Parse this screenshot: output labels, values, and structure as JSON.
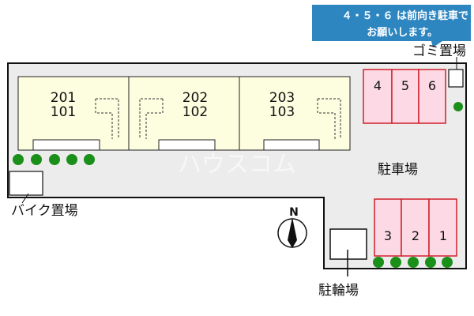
{
  "notice": {
    "line1": "４・５・６ は前向き駐車で",
    "line2": "お願いします。",
    "color": "#2e86c1"
  },
  "building": {
    "fill": "#fdfde0",
    "units": [
      {
        "upper": "201",
        "lower": "101"
      },
      {
        "upper": "202",
        "lower": "102"
      },
      {
        "upper": "203",
        "lower": "103"
      }
    ]
  },
  "parking": {
    "fill": "#fcd9e4",
    "border": "#d0202c",
    "top_row": [
      "4",
      "5",
      "6"
    ],
    "bottom_row": [
      "3",
      "2",
      "1"
    ]
  },
  "labels": {
    "garbage": "ゴミ置場",
    "parking_lot": "駐車場",
    "bike_parking": "バイク置場",
    "bicycle_parking": "駐輪場",
    "north": "N",
    "watermark": "ハウスコム"
  },
  "colors": {
    "ground": "#ececec",
    "tree": "#1a8f1a",
    "outline": "#111111"
  }
}
